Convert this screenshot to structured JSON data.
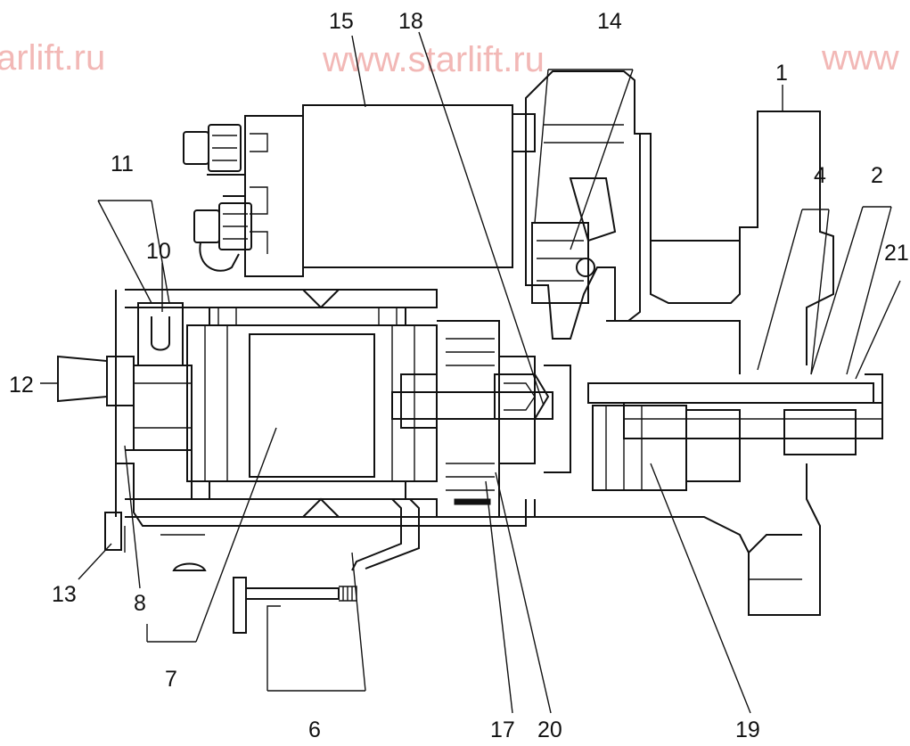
{
  "watermarks": {
    "left": "arlift.ru",
    "center": "www.starlift.ru",
    "right": "www"
  },
  "labels": {
    "l1": "1",
    "l2": "2",
    "l4": "4",
    "l6": "6",
    "l7": "7",
    "l8": "8",
    "l10": "10",
    "l11": "11",
    "l12": "12",
    "l13": "13",
    "l14": "14",
    "l15": "15",
    "l17": "17",
    "l18": "18",
    "l19": "19",
    "l20": "20",
    "l21": "21"
  }
}
